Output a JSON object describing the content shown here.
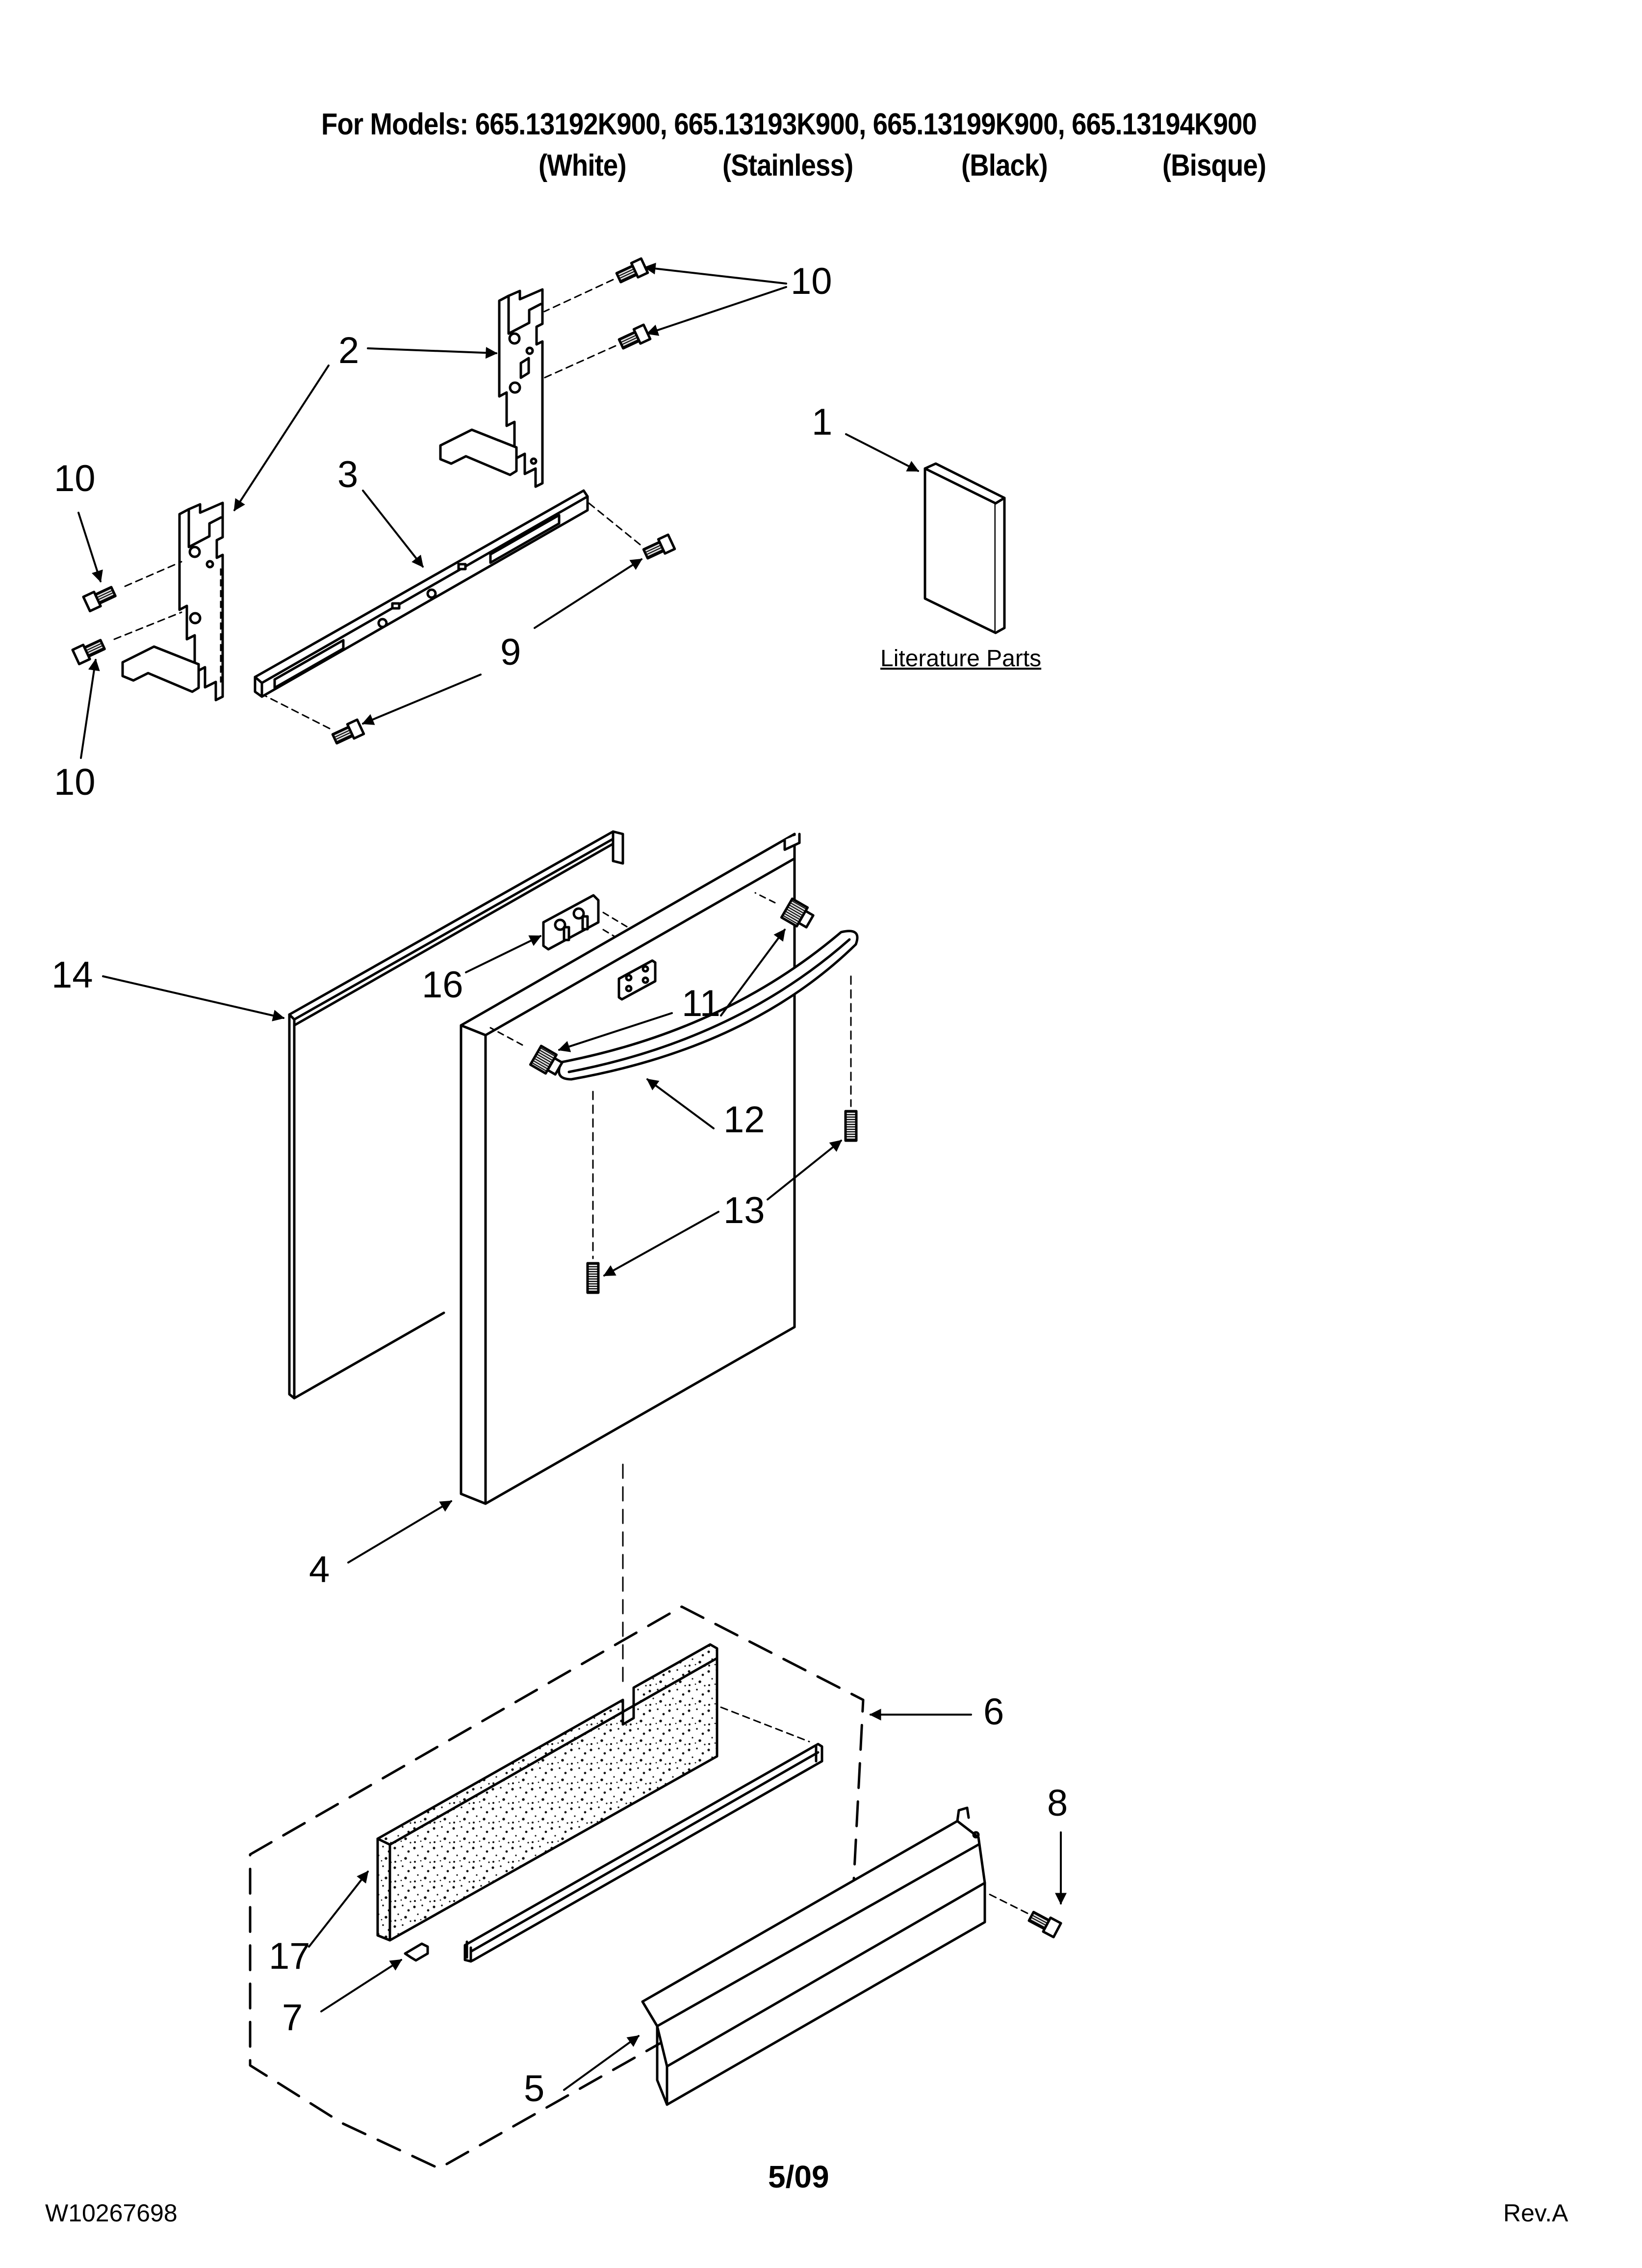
{
  "header": {
    "models_line": "For Models: 665.13192K900, 665.13193K900, 665.13199K900, 665.13194K900",
    "colors": [
      "(White)",
      "(Stainless)",
      "(Black)",
      "(Bisque)"
    ]
  },
  "callouts": {
    "c1": "1",
    "c2": "2",
    "c3": "3",
    "c4": "4",
    "c5": "5",
    "c6": "6",
    "c7": "7",
    "c8": "8",
    "c9": "9",
    "c10a": "10",
    "c10b": "10",
    "c10c": "10",
    "c11": "11",
    "c12": "12",
    "c13": "13",
    "c14": "14",
    "c16": "16",
    "c17": "17"
  },
  "literature_label": "Literature Parts",
  "footer": {
    "doc_number": "W10267698",
    "date": "5/09",
    "revision": "Rev.A"
  }
}
